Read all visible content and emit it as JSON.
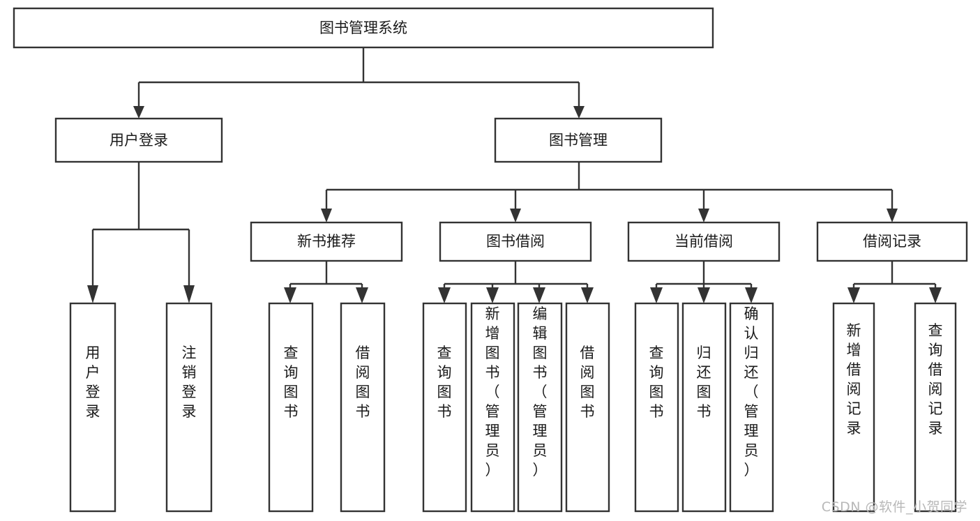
{
  "diagram": {
    "type": "tree-hierarchy",
    "title": "图书管理系统",
    "orientation": "top-down",
    "watermark": "CSDN @软件_小贺同学",
    "colors": {
      "stroke": "#333333",
      "fill": "#ffffff",
      "text": "#1a1a1a",
      "watermark": "#b8b8b8"
    },
    "levels": {
      "level0": [
        {
          "id": "root",
          "label": "图书管理系统"
        }
      ],
      "level1": [
        {
          "id": "login",
          "label": "用户登录",
          "parent": "root"
        },
        {
          "id": "bookmgmt",
          "label": "图书管理",
          "parent": "root"
        }
      ],
      "level2": [
        {
          "id": "newbook",
          "label": "新书推荐",
          "parent": "bookmgmt"
        },
        {
          "id": "borrow",
          "label": "图书借阅",
          "parent": "bookmgmt"
        },
        {
          "id": "current",
          "label": "当前借阅",
          "parent": "bookmgmt"
        },
        {
          "id": "records",
          "label": "借阅记录",
          "parent": "bookmgmt"
        }
      ],
      "level3": [
        {
          "id": "l_user_login",
          "label": "用户登录",
          "parent": "login"
        },
        {
          "id": "l_user_logout",
          "label": "注销登录",
          "parent": "login"
        },
        {
          "id": "n_query",
          "label": "查询图书",
          "parent": "newbook"
        },
        {
          "id": "n_borrow",
          "label": "借阅图书",
          "parent": "newbook"
        },
        {
          "id": "b_query",
          "label": "查询图书",
          "parent": "borrow"
        },
        {
          "id": "b_add",
          "label": "新增图书（管理员）",
          "parent": "borrow"
        },
        {
          "id": "b_edit",
          "label": "编辑图书（管理员）",
          "parent": "borrow"
        },
        {
          "id": "b_borrow",
          "label": "借阅图书",
          "parent": "borrow"
        },
        {
          "id": "c_query",
          "label": "查询图书",
          "parent": "current"
        },
        {
          "id": "c_return",
          "label": "归还图书",
          "parent": "current"
        },
        {
          "id": "c_confirm",
          "label": "确认归还（管理员）",
          "parent": "current"
        },
        {
          "id": "r_add",
          "label": "新增借阅记录",
          "parent": "records"
        },
        {
          "id": "r_query",
          "label": "查询借阅记录",
          "parent": "records"
        }
      ]
    }
  }
}
